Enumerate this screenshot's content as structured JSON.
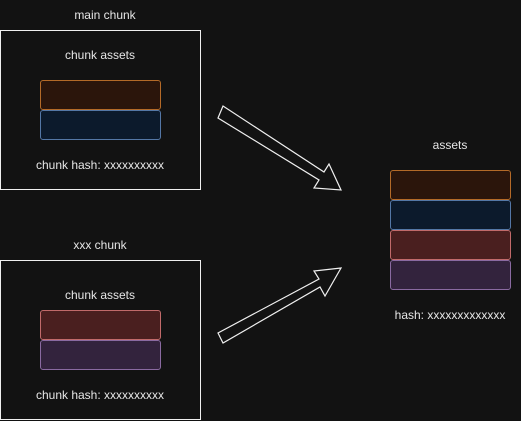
{
  "main_chunk": {
    "title": "main chunk",
    "assets_label": "chunk assets",
    "hash_label": "chunk hash: xxxxxxxxxx",
    "blocks": [
      {
        "fill": "#2b150b",
        "stroke": "#b46a28"
      },
      {
        "fill": "#0c1a2c",
        "stroke": "#5477a6"
      }
    ]
  },
  "xxx_chunk": {
    "title": "xxx chunk",
    "assets_label": "chunk assets",
    "hash_label": "chunk hash: xxxxxxxxxx",
    "blocks": [
      {
        "fill": "#4a1f1f",
        "stroke": "#c16a6a"
      },
      {
        "fill": "#33233d",
        "stroke": "#8a6aa1"
      }
    ]
  },
  "assets": {
    "title": "assets",
    "hash_label": "hash: xxxxxxxxxxxxx",
    "blocks": [
      {
        "fill": "#2b150b",
        "stroke": "#b46a28"
      },
      {
        "fill": "#0c1a2c",
        "stroke": "#5477a6"
      },
      {
        "fill": "#4a1f1f",
        "stroke": "#c16a6a"
      },
      {
        "fill": "#33233d",
        "stroke": "#8a6aa1"
      }
    ]
  },
  "colors": {
    "background": "#121212",
    "outline": "#f0f0f0",
    "text": "#e6e6e6"
  }
}
